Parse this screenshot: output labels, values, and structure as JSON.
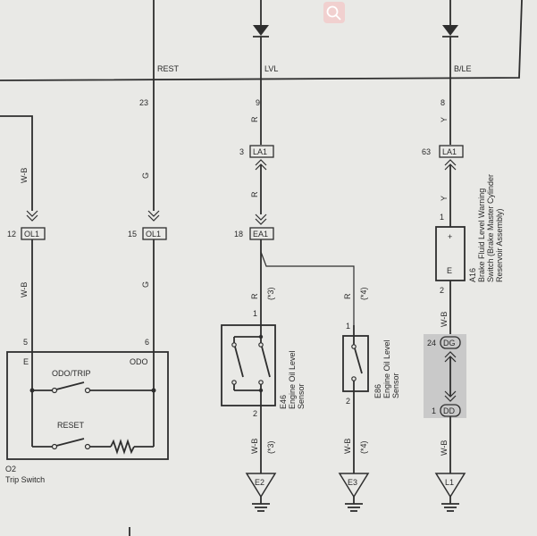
{
  "terminals_top": {
    "rest": {
      "label": "REST"
    },
    "lvl": {
      "label": "LVL"
    },
    "ble": {
      "label": "B/LE"
    }
  },
  "pins": {
    "rest_23": "23",
    "lvl_9": "9",
    "ble_8": "8",
    "la1_left_3": "3",
    "la1_right_63": "63",
    "ea1_18": "18",
    "ol1_left_12": "12",
    "ol1_mid_15": "15",
    "o2_5": "5",
    "o2_6": "6",
    "e46_1": "1",
    "e46_2": "2",
    "e86_1": "1",
    "e86_2": "2",
    "a16_1": "1",
    "a16_2": "2",
    "dg_24": "24",
    "dd_1": "1"
  },
  "wire_colors": {
    "left_wb_top": "W-B",
    "left_wb_bot": "W-B",
    "rest_g_top": "G",
    "rest_g_bot": "G",
    "lvl_r1": "R",
    "lvl_r2": "R",
    "lvl_r3": "R",
    "e86_r": "R",
    "ble_y1": "Y",
    "ble_y2": "Y",
    "a16_wb": "W-B",
    "e46_wb": "W-B",
    "e86_wb": "W-B",
    "dd_wb": "W-B"
  },
  "notes": {
    "n3a": "(*3)",
    "n4a": "(*4)",
    "n3b": "(*3)",
    "n4b": "(*4)"
  },
  "connectors": {
    "la1_a": "LA1",
    "la1_b": "LA1",
    "ea1": "EA1",
    "ol1_a": "OL1",
    "ol1_b": "OL1",
    "dg": "DG",
    "dd": "DD"
  },
  "components": {
    "o2": {
      "code": "O2",
      "name": "Trip Switch",
      "pin_e": "E",
      "pin_odo": "ODO",
      "sw1": "ODO/TRIP",
      "sw2": "RESET"
    },
    "e46": {
      "code": "E46",
      "name_line1": "Engine Oil Level",
      "name_line2": "Sensor"
    },
    "e86": {
      "code": "E86",
      "name_line1": "Engine Oil Level",
      "name_line2": "Sensor"
    },
    "a16": {
      "code": "A16",
      "name_line1": "Brake Fluid Level Warning",
      "name_line2": "Switch (Brake Master Cylinder",
      "name_line3": "Reservoir Assembly)",
      "plus": "+",
      "e": "E"
    }
  },
  "grounds": {
    "e2": "E2",
    "e3": "E3",
    "l1": "L1"
  },
  "colors": {
    "background": "#e9e9e6",
    "line": "#2e2e2e",
    "highlight_box": "#c9c9c9",
    "search_icon_bg": "#f3c9c9"
  }
}
